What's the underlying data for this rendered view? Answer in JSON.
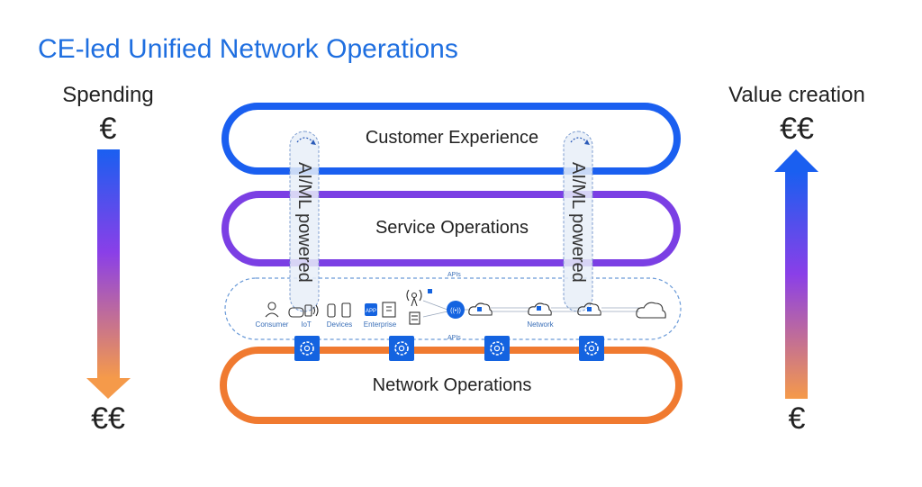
{
  "title": "CE-led Unified Network Operations",
  "left": {
    "label": "Spending",
    "top_symbol": "€",
    "bottom_symbol": "€€"
  },
  "right": {
    "label": "Value creation",
    "top_symbol": "€€",
    "bottom_symbol": "€"
  },
  "layers": {
    "customer_experience": "Customer Experience",
    "service_operations": "Service Operations",
    "network_operations": "Network Operations"
  },
  "ai_ml_label": "AI/ML powered",
  "apis_label": "APIs",
  "network_labels": {
    "consumer": "Consumer",
    "iot": "IoT",
    "devices": "Devices",
    "enterprise": "Enterprise",
    "network": "Network"
  },
  "colors": {
    "title": "#1f6fe0",
    "customer_experience": "#1a5ff0",
    "service_operations": "#7b3fe4",
    "network_operations": "#f07a30",
    "gear_box": "#1463e0"
  }
}
